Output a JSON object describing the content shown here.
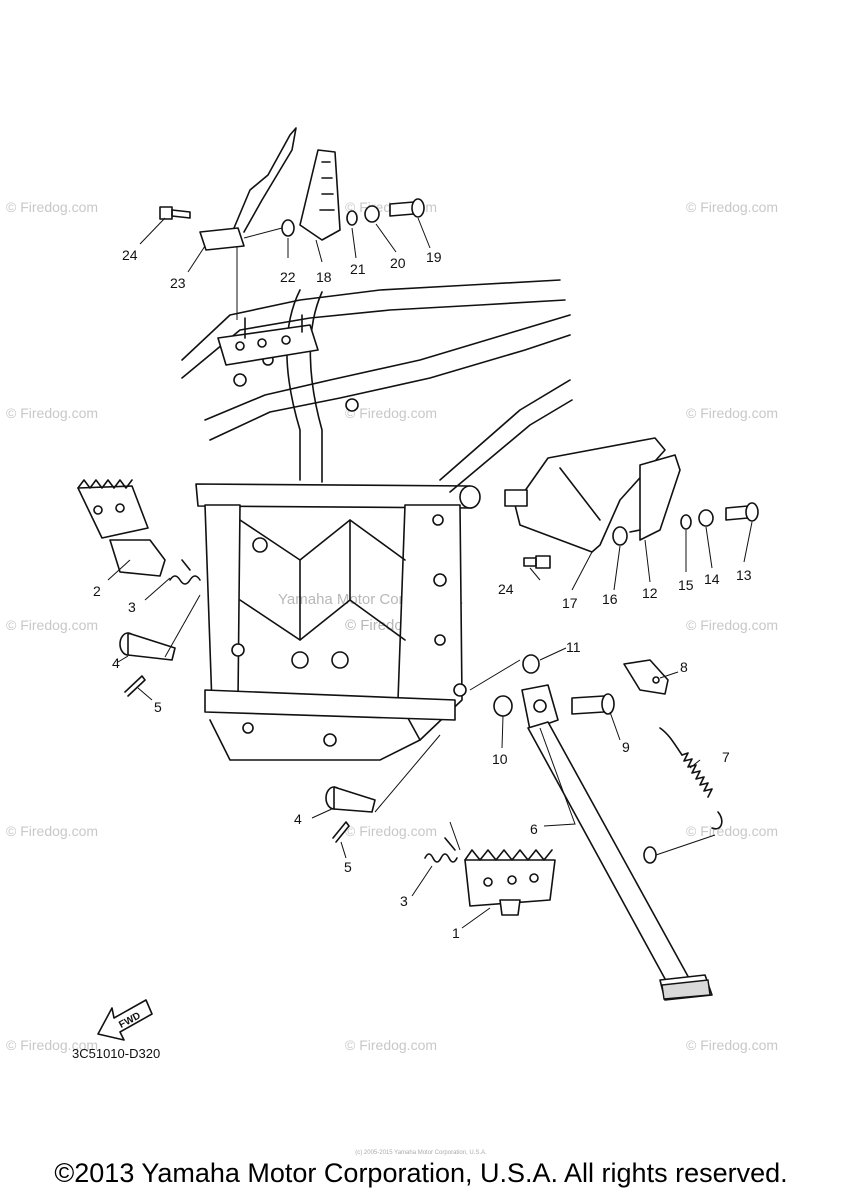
{
  "diagram": {
    "diagram_code": "3C51010-D320",
    "fwd_label": "FWD",
    "watermark": "© Firedog.com",
    "center_watermark_1": "Yamaha Motor Corp, U.S.A.",
    "center_watermark_2": "© Firedog.com",
    "small_note": "(c) 2005-2015 Yamaha Motor Corporation, U.S.A.",
    "copyright": "©2013 Yamaha Motor Corporation, U.S.A. All rights reserved.",
    "callouts": {
      "c1": "1",
      "c2": "2",
      "c3a": "3",
      "c3b": "3",
      "c4a": "4",
      "c4b": "4",
      "c5a": "5",
      "c5b": "5",
      "c6": "6",
      "c7": "7",
      "c8": "8",
      "c9": "9",
      "c10": "10",
      "c11": "11",
      "c12": "12",
      "c13": "13",
      "c14": "14",
      "c15": "15",
      "c16": "16",
      "c17": "17",
      "c18": "18",
      "c19": "19",
      "c20": "20",
      "c21": "21",
      "c22": "22",
      "c23": "23",
      "c24a": "24",
      "c24b": "24"
    }
  }
}
